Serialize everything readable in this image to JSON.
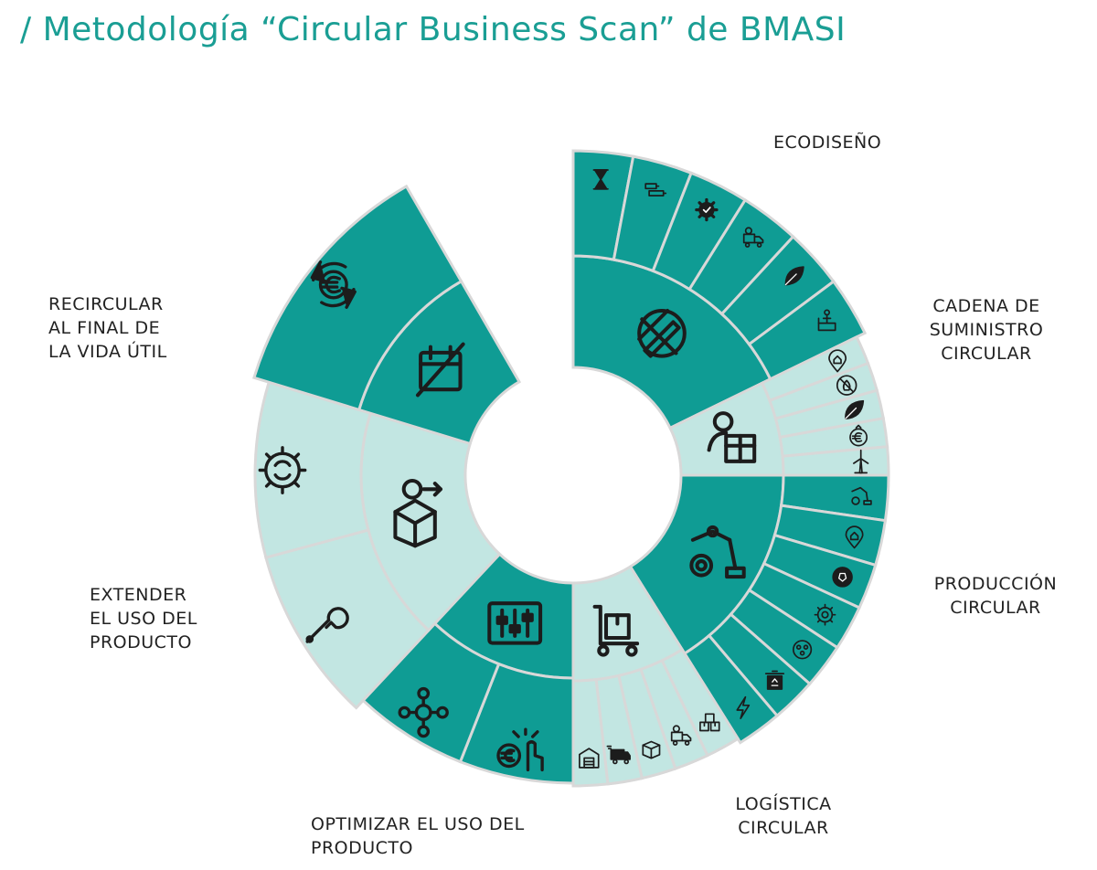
{
  "title": "/ Metodología “Circular Business Scan” de BMASI",
  "labels": {
    "ecodiseno": [
      "ECODISEÑO"
    ],
    "cadena": [
      "CADENA DE",
      "SUMINISTRO",
      "CIRCULAR"
    ],
    "produccion": [
      "PRODUCCIÓN",
      "CIRCULAR"
    ],
    "logistica": [
      "LOGÍSTICA",
      "CIRCULAR"
    ],
    "optimizar": [
      "OPTIMIZAR EL USO DEL",
      "PRODUCTO"
    ],
    "extender": [
      "EXTENDER",
      "EL USO DEL",
      "PRODUCTO"
    ],
    "recircular": [
      "RECIRCULAR",
      "AL FINAL DE",
      "LA VIDA ÚTIL"
    ]
  },
  "colors": {
    "dark": "#0f9c94",
    "light": "#c2e6e2",
    "title": "#1a9e94",
    "icon": "#1c1c1c"
  },
  "sectors": [
    {
      "id": "ecodiseno",
      "tone": "dark",
      "icon": "eco-design-icon",
      "outer_icons": [
        "hourglass-icon",
        "battery-icon",
        "gear-check-icon",
        "delivery-truck-icon",
        "leaf-icon",
        "factory-person-icon"
      ]
    },
    {
      "id": "cadena",
      "tone": "light",
      "icon": "supplier-package-icon",
      "outer_icons": [
        "location-pin-icon",
        "no-fire-icon",
        "leaf-icon",
        "euro-coin-icon",
        "wind-turbine-icon"
      ]
    },
    {
      "id": "produccion",
      "tone": "dark",
      "icon": "robot-arm-icon",
      "outer_icons": [
        "robot-arm-small-icon",
        "location-pin-icon",
        "football-icon",
        "gear-cycle-icon",
        "recycle-people-icon",
        "recycle-bin-icon",
        "energy-bolt-icon"
      ]
    },
    {
      "id": "logistica",
      "tone": "light",
      "icon": "hand-truck-icon",
      "outer_icons": [
        "boxes-icon",
        "delivery-truck-icon",
        "open-box-icon",
        "electric-van-icon",
        "warehouse-icon"
      ]
    },
    {
      "id": "optimizar",
      "tone": "dark",
      "icon": "control-panel-icon",
      "outer_icons": [
        "touch-pay-icon",
        "network-hub-icon"
      ]
    },
    {
      "id": "extender",
      "tone": "light",
      "icon": "box-time-icon",
      "outer_icons": [
        "wrench-icon",
        "gear-recycle-icon"
      ]
    },
    {
      "id": "recircular",
      "tone": "dark",
      "icon": "calendar-cross-icon",
      "outer_icons": [
        "euro-cycle-icon"
      ]
    }
  ]
}
